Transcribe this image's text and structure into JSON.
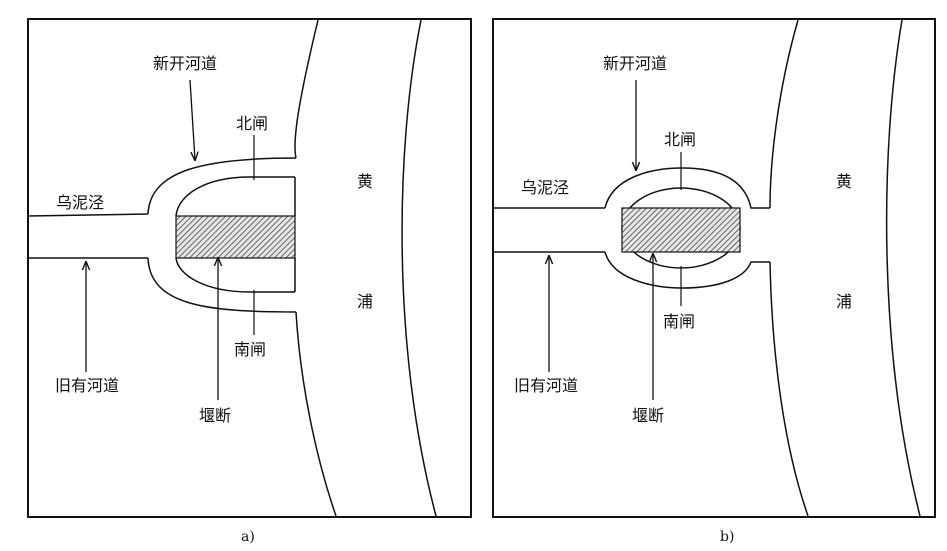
{
  "panels": [
    {
      "caption": "a)",
      "labels": {
        "new_channel": "新开河道",
        "north_gate": "北闸",
        "river_wuni": "乌泥泾",
        "old_channel": "旧有河道",
        "south_gate": "南闸",
        "dam": "堰断",
        "huangpu_1": "黄",
        "huangpu_2": "浦"
      }
    },
    {
      "caption": "b)",
      "labels": {
        "new_channel": "新开河道",
        "north_gate": "北闸",
        "river_wuni": "乌泥泾",
        "old_channel": "旧有河道",
        "south_gate": "南闸",
        "dam": "堰断",
        "huangpu_1": "黄",
        "huangpu_2": "浦"
      }
    }
  ]
}
